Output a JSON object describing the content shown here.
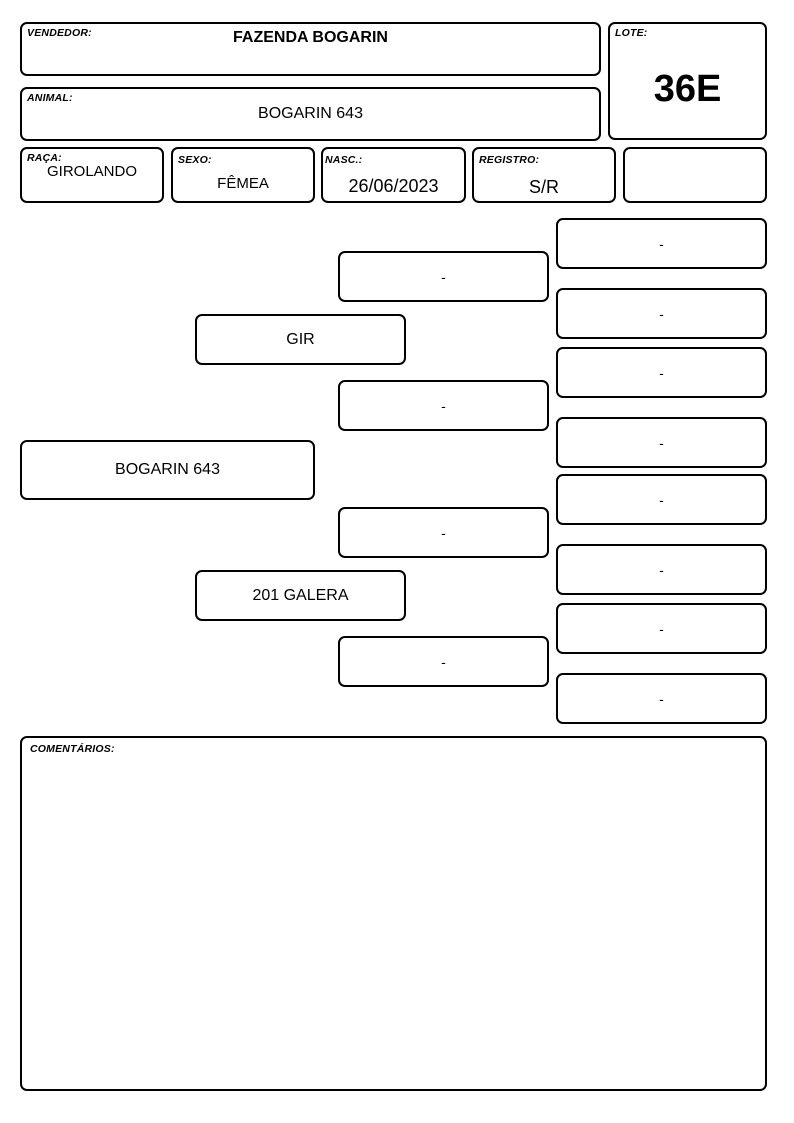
{
  "header": {
    "vendedor_label": "VENDEDOR:",
    "vendedor_value": "FAZENDA BOGARIN",
    "lote_label": "LOTE:",
    "lote_value": "36E",
    "animal_label": "ANIMAL:",
    "animal_value": "BOGARIN 643"
  },
  "info": {
    "raca_label": "RAÇA:",
    "raca_value": "GIROLANDO",
    "sexo_label": "SEXO:",
    "sexo_value": "FÊMEA",
    "nasc_label": "NASC.:",
    "nasc_value": "26/06/2023",
    "registro_label": "REGISTRO:",
    "registro_value": "S/R",
    "extra_value": ""
  },
  "pedigree": {
    "animal": "BOGARIN 643",
    "sire": "GIR",
    "dam": "201 GALERA",
    "sire_sire": "-",
    "sire_dam": "-",
    "dam_sire": "-",
    "dam_dam": "-",
    "ggp": [
      "-",
      "-",
      "-",
      "-",
      "-",
      "-",
      "-",
      "-"
    ]
  },
  "comments": {
    "label": "COMENTÁRIOS:",
    "text": ""
  }
}
